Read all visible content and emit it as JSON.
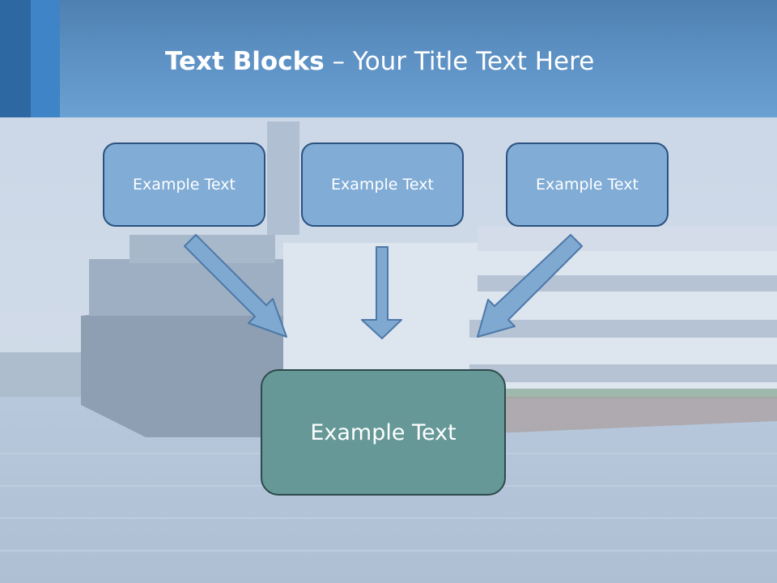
{
  "slide": {
    "title_bold": "Text Blocks",
    "title_dash": " – ",
    "title_rest": "Your Title Text Here"
  },
  "blocks": [
    {
      "label": "Example Text"
    },
    {
      "label": "Example Text"
    },
    {
      "label": "Example Text"
    }
  ],
  "result": {
    "label": "Example Text"
  },
  "colors": {
    "header": "#5f93c6",
    "stripe_dark": "#2e68a3",
    "stripe_light": "#3f84c7",
    "block_fill": "#7aa8d4",
    "block_border": "#2b527f",
    "result_fill": "#659897",
    "result_border": "#2d4a4a",
    "arrow_fill": "#7fa9d1",
    "arrow_stroke": "#4d79a8"
  },
  "icons": {
    "background": "ferry-photo",
    "connectors": "down-arrow-icon"
  }
}
